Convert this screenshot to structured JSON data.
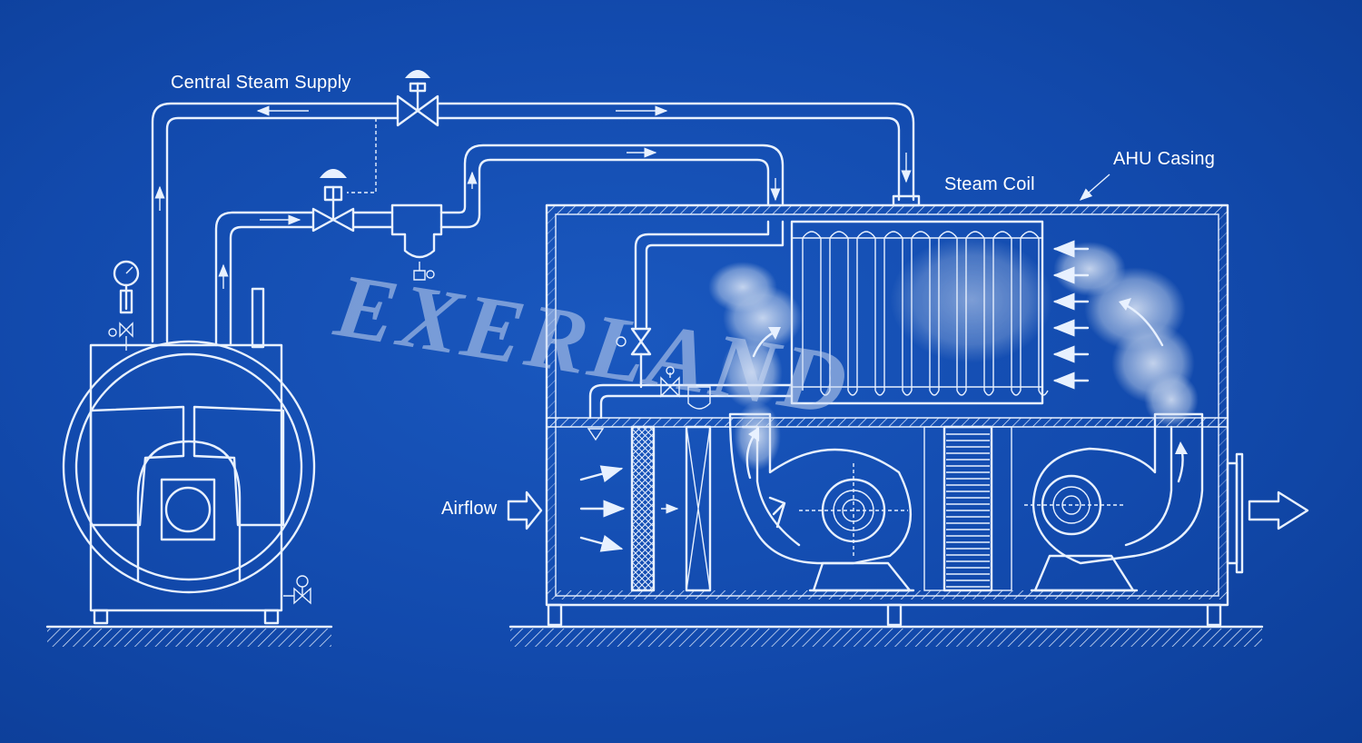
{
  "labels": {
    "central_steam_supply": "Central Steam Supply",
    "steam_coil": "Steam Coil",
    "ahu_casing": "AHU Casing",
    "airflow": "Airflow"
  },
  "watermark": "EXERLAND",
  "colors": {
    "background": "#124aad",
    "line": "#e8f1ff",
    "steam": "#dfe8f5",
    "watermark": "#c8d7f0"
  }
}
